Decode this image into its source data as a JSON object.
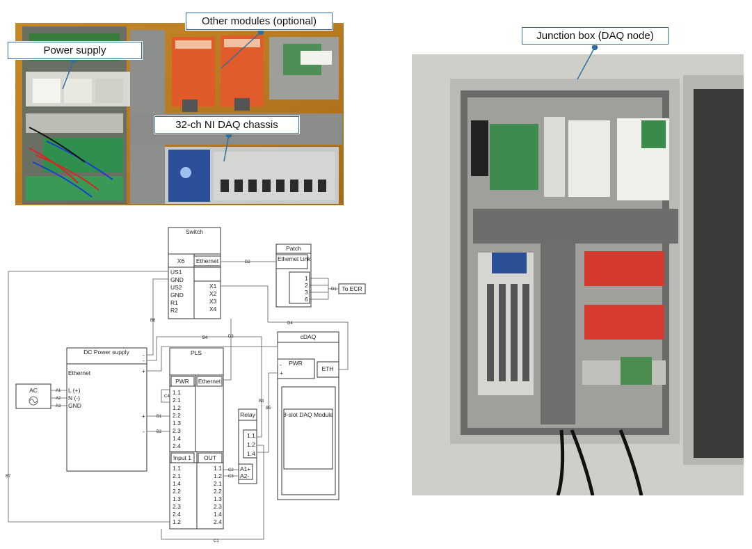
{
  "callouts": {
    "power_supply": "Power supply",
    "other_modules": "Other modules (optional)",
    "daq_chassis": "32-ch NI DAQ chassis",
    "junction_box": "Junction box (DAQ node)"
  },
  "schematic": {
    "switch": {
      "title": "Switch",
      "x6": "X6",
      "ethernet": "Ethernet",
      "left_pins": [
        "US1",
        "GND",
        "US2",
        "GND",
        "R1",
        "R2"
      ],
      "right_pins": [
        "X1",
        "X2",
        "X3",
        "X4"
      ]
    },
    "patch": {
      "title": "Patch",
      "link_label": "Ethernet Link",
      "pins": [
        "1",
        "2",
        "3",
        "6"
      ],
      "to_ecr": "To ECR"
    },
    "dc_supply": {
      "title": "DC Power supply",
      "ethernet": "Ethernet",
      "inputs": [
        "L (+)",
        "N (-)",
        "GND"
      ],
      "minus1": "-",
      "minus2": "-",
      "plus_out": "+",
      "plus2": "+",
      "minus3": "-"
    },
    "ac": {
      "label": "AC",
      "pins": [
        "A1",
        "A2",
        "A3"
      ]
    },
    "pls": {
      "title": "PLS",
      "pwr": "PWR",
      "ethernet": "Ethernet",
      "pwr_pins": [
        "1.1",
        "2.1",
        "1.2",
        "2.2",
        "1.3",
        "2.3",
        "1.4",
        "2.4"
      ],
      "input": "Input 1",
      "input_pins": [
        "1.1",
        "2.1",
        "1.4",
        "2.2",
        "1.3",
        "2.3",
        "2.4",
        "1.2"
      ],
      "out": "OUT",
      "out_pins": [
        "1.1",
        "1.2",
        "2.1",
        "2.2",
        "1.3",
        "2.3",
        "1.4",
        "2.4"
      ]
    },
    "cdaq": {
      "title": "cDAQ",
      "pwr": "PWR",
      "eth": "ETH",
      "minus": "-",
      "plus": "+",
      "module": "8-slot DAQ Module"
    },
    "relay": {
      "title": "Relay",
      "pins": [
        "1.1",
        "1.2",
        "1.4"
      ],
      "coil": [
        "A1+",
        "A2-"
      ]
    },
    "wires": [
      "D2",
      "D1",
      "D4",
      "D3",
      "B4",
      "B6",
      "B1",
      "B2",
      "B3",
      "B5",
      "B7",
      "C1",
      "C2",
      "C3",
      "C4"
    ]
  }
}
